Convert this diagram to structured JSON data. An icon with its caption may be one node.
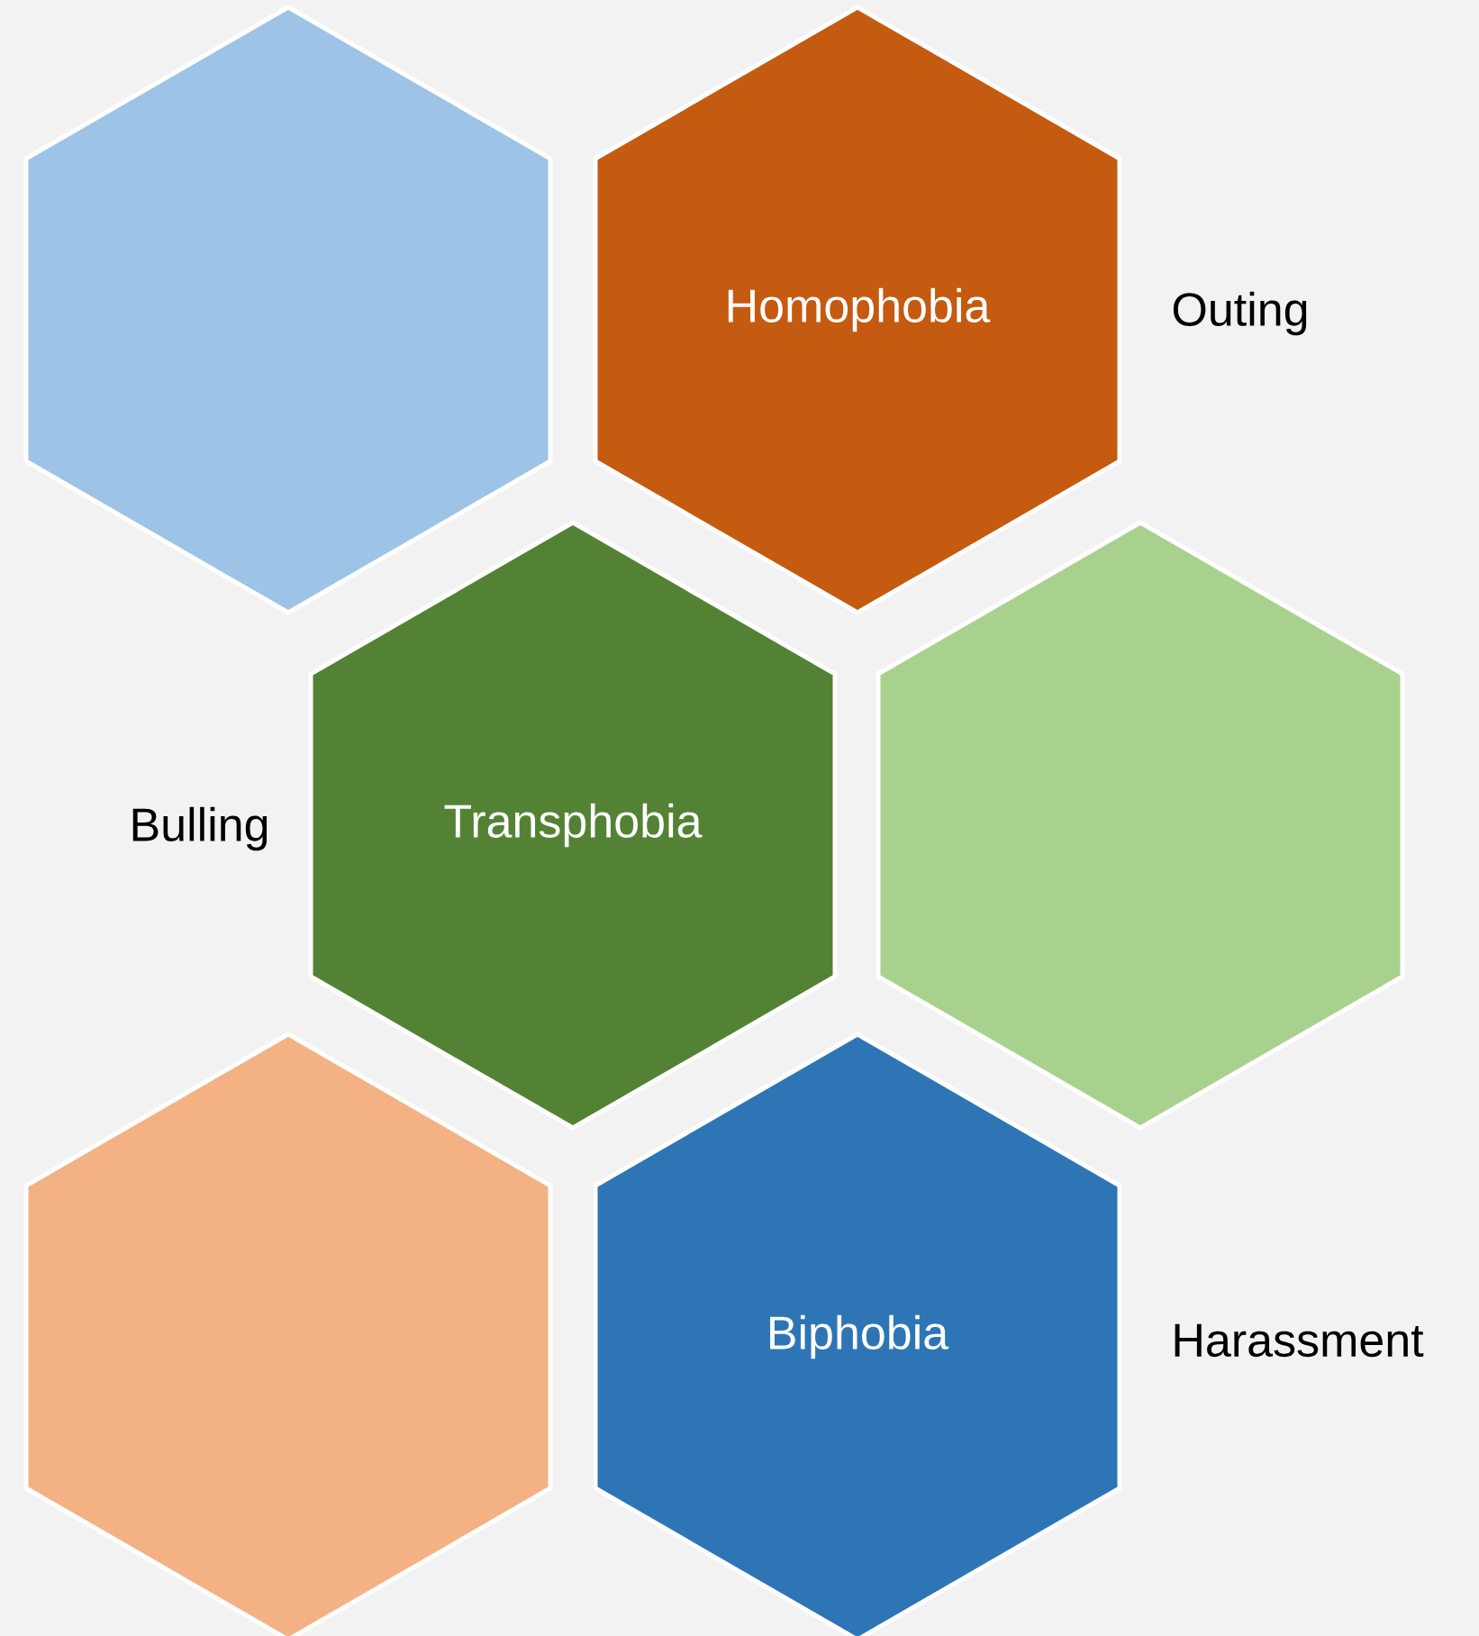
{
  "diagram": {
    "nodes": [
      {
        "text": [],
        "shape": "hexagon"
      },
      {
        "text": [
          "Homophobia"
        ],
        "beside": [
          "Outing"
        ]
      },
      {
        "text": [
          "Transphobia"
        ],
        "beside": [
          "Bulling"
        ]
      },
      {
        "text": [],
        "shape": "hexagon"
      },
      {
        "text": [],
        "shape": "hexagon"
      },
      {
        "text": [
          "Biphobia"
        ],
        "beside": [
          "Harassment"
        ]
      }
    ]
  }
}
